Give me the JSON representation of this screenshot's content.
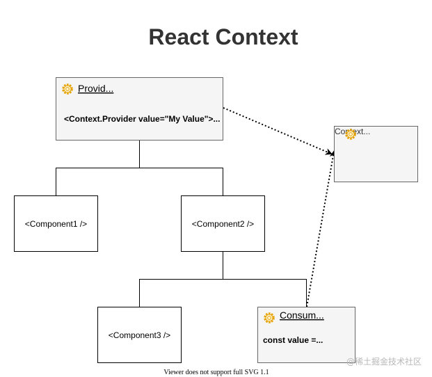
{
  "title": "React Context",
  "provider": {
    "label": "Provid...",
    "code": "<Context.Provider value=\"My Value\">...",
    "icon": "gear-icon"
  },
  "context": {
    "label": "Context...",
    "icon": "gear-icon"
  },
  "consumer": {
    "label": "Consum...",
    "code": "const value =...",
    "icon": "gear-icon"
  },
  "components": {
    "c1": "<Component1 />",
    "c2": "<Component2 />",
    "c3": "<Component3 />"
  },
  "footer": "Viewer does not support full SVG 1.1",
  "watermark": "@稀土掘金技术社区",
  "colors": {
    "gear_stroke": "#e6a200",
    "box_fill": "#f5f5f5",
    "box_stroke": "#666666"
  }
}
